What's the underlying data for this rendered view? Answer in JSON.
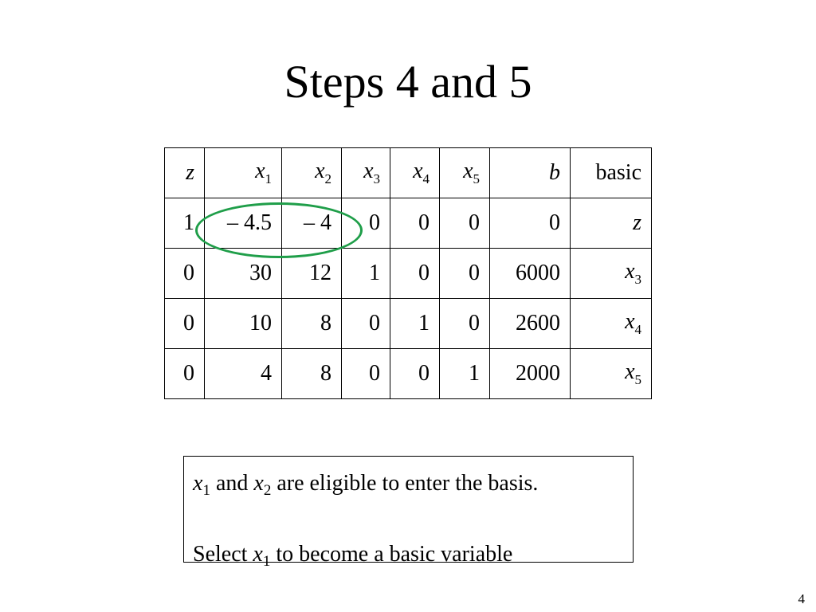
{
  "slide": {
    "title": "Steps 4 and 5",
    "page_number": "4"
  },
  "tableau": {
    "headers": [
      {
        "base": "z",
        "sub": ""
      },
      {
        "base": "x",
        "sub": "1"
      },
      {
        "base": "x",
        "sub": "2"
      },
      {
        "base": "x",
        "sub": "3"
      },
      {
        "base": "x",
        "sub": "4"
      },
      {
        "base": "x",
        "sub": "5"
      },
      {
        "base": "b",
        "sub": ""
      },
      {
        "text": "basic"
      }
    ],
    "rows": [
      {
        "cells": [
          "1",
          "– 4.5",
          "– 4",
          "0",
          "0",
          "0",
          "0"
        ],
        "basic": {
          "base": "z",
          "sub": ""
        }
      },
      {
        "cells": [
          "0",
          "30",
          "12",
          "1",
          "0",
          "0",
          "6000"
        ],
        "basic": {
          "base": "x",
          "sub": "3"
        }
      },
      {
        "cells": [
          "0",
          "10",
          "8",
          "0",
          "1",
          "0",
          "2600"
        ],
        "basic": {
          "base": "x",
          "sub": "4"
        }
      },
      {
        "cells": [
          "0",
          "4",
          "8",
          "0",
          "0",
          "1",
          "2000"
        ],
        "basic": {
          "base": "x",
          "sub": "5"
        }
      }
    ],
    "highlight_color": "#1f9e49"
  },
  "note": {
    "line1": {
      "v1": "x",
      "s1": "1",
      "and": "and",
      "v2": "x",
      "s2": "2",
      "rest": "are eligible to enter the basis."
    },
    "line2": {
      "pre": "Select",
      "v": "x",
      "s": "1",
      "rest": "to become a basic variable"
    }
  }
}
